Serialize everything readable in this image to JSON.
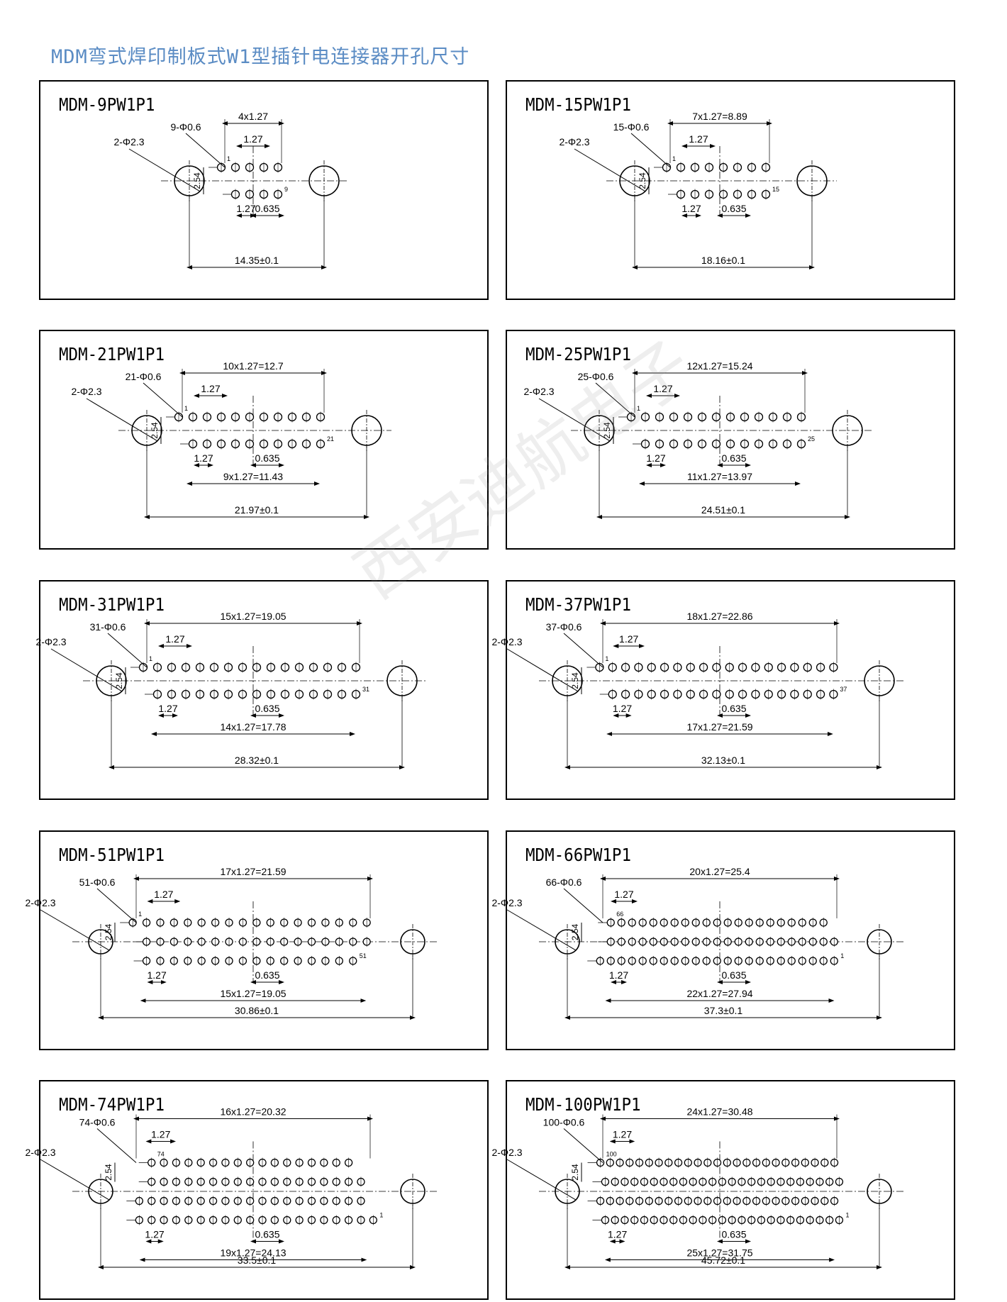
{
  "page": {
    "title": "MDM弯式焊印制板式W1型插针电连接器开孔尺寸",
    "watermark": "西安迪航电子"
  },
  "panels": [
    {
      "model": "MDM-9PW1P1",
      "mount": "2-Φ2.3",
      "pins": "9-Φ0.6",
      "rows": [
        5,
        4
      ],
      "row_labels": [
        "1",
        "9"
      ],
      "pitch_label": "1.27",
      "row_gap_label": "2.54",
      "offset_label": "0.635",
      "span_label": "4x1.27",
      "bottom_span_label": "",
      "overall": "14.35±0.1"
    },
    {
      "model": "MDM-15PW1P1",
      "mount": "2-Φ2.3",
      "pins": "15-Φ0.6",
      "rows": [
        8,
        7
      ],
      "row_labels": [
        "1",
        "15"
      ],
      "pitch_label": "1.27",
      "row_gap_label": "2.54",
      "offset_label": "0.635",
      "span_label": "7x1.27=8.89",
      "bottom_span_label": "",
      "overall": "18.16±0.1"
    },
    {
      "model": "MDM-21PW1P1",
      "mount": "2-Φ2.3",
      "pins": "21-Φ0.6",
      "rows": [
        11,
        10
      ],
      "row_labels": [
        "1",
        "21"
      ],
      "pitch_label": "1.27",
      "row_gap_label": "2.54",
      "offset_label": "0.635",
      "span_label": "10x1.27=12.7",
      "bottom_span_label": "9x1.27=11.43",
      "overall": "21.97±0.1"
    },
    {
      "model": "MDM-25PW1P1",
      "mount": "2-Φ2.3",
      "pins": "25-Φ0.6",
      "rows": [
        13,
        12
      ],
      "row_labels": [
        "1",
        "25"
      ],
      "pitch_label": "1.27",
      "row_gap_label": "2.54",
      "offset_label": "0.635",
      "span_label": "12x1.27=15.24",
      "bottom_span_label": "11x1.27=13.97",
      "overall": "24.51±0.1"
    },
    {
      "model": "MDM-31PW1P1",
      "mount": "2-Φ2.3",
      "pins": "31-Φ0.6",
      "rows": [
        16,
        15
      ],
      "row_labels": [
        "1",
        "31"
      ],
      "pitch_label": "1.27",
      "row_gap_label": "2.54",
      "offset_label": "0.635",
      "span_label": "15x1.27=19.05",
      "bottom_span_label": "14x1.27=17.78",
      "overall": "28.32±0.1"
    },
    {
      "model": "MDM-37PW1P1",
      "mount": "2-Φ2.3",
      "pins": "37-Φ0.6",
      "rows": [
        19,
        18
      ],
      "row_labels": [
        "1",
        "37"
      ],
      "pitch_label": "1.27",
      "row_gap_label": "2.54",
      "offset_label": "0.635",
      "span_label": "18x1.27=22.86",
      "bottom_span_label": "17x1.27=21.59",
      "overall": "32.13±0.1"
    },
    {
      "model": "MDM-51PW1P1",
      "mount": "2-Φ2.3",
      "pins": "51-Φ0.6",
      "rows": [
        18,
        17,
        16
      ],
      "row_labels": [
        "1",
        "51"
      ],
      "pitch_label": "1.27",
      "row_gap_label": "2.54",
      "offset_label": "0.635",
      "span_label": "17x1.27=21.59",
      "bottom_span_label": "15x1.27=19.05",
      "overall": "30.86±0.1"
    },
    {
      "model": "MDM-66PW1P1",
      "mount": "2-Φ2.3",
      "pins": "66-Φ0.6",
      "rows": [
        21,
        22,
        23
      ],
      "row_labels": [
        "66",
        "1"
      ],
      "pitch_label": "1.27",
      "row_gap_label": "2.54",
      "offset_label": "0.635",
      "span_label": "20x1.27=25.4",
      "bottom_span_label": "22x1.27=27.94",
      "overall": "37.3±0.1"
    },
    {
      "model": "MDM-74PW1P1",
      "mount": "2-Φ2.3",
      "pins": "74-Φ0.6",
      "rows": [
        17,
        18,
        19,
        20
      ],
      "row_labels": [
        "74",
        "1"
      ],
      "pitch_label": "1.27",
      "row_gap_label": "2.54",
      "offset_label": "0.635",
      "span_label": "16x1.27=20.32",
      "bottom_span_label": "19x1.27=24.13",
      "overall": "33.5±0.1"
    },
    {
      "model": "MDM-100PW1P1",
      "mount": "2-Φ2.3",
      "pins": "100-Φ0.6",
      "rows": [
        25,
        25,
        25,
        25
      ],
      "row_labels": [
        "100",
        "1"
      ],
      "pitch_label": "1.27",
      "row_gap_label": "2.54",
      "offset_label": "0.635",
      "span_label": "24x1.27=30.48",
      "bottom_span_label": "25x1.27=31.75",
      "overall": "45.72±0.1"
    }
  ]
}
